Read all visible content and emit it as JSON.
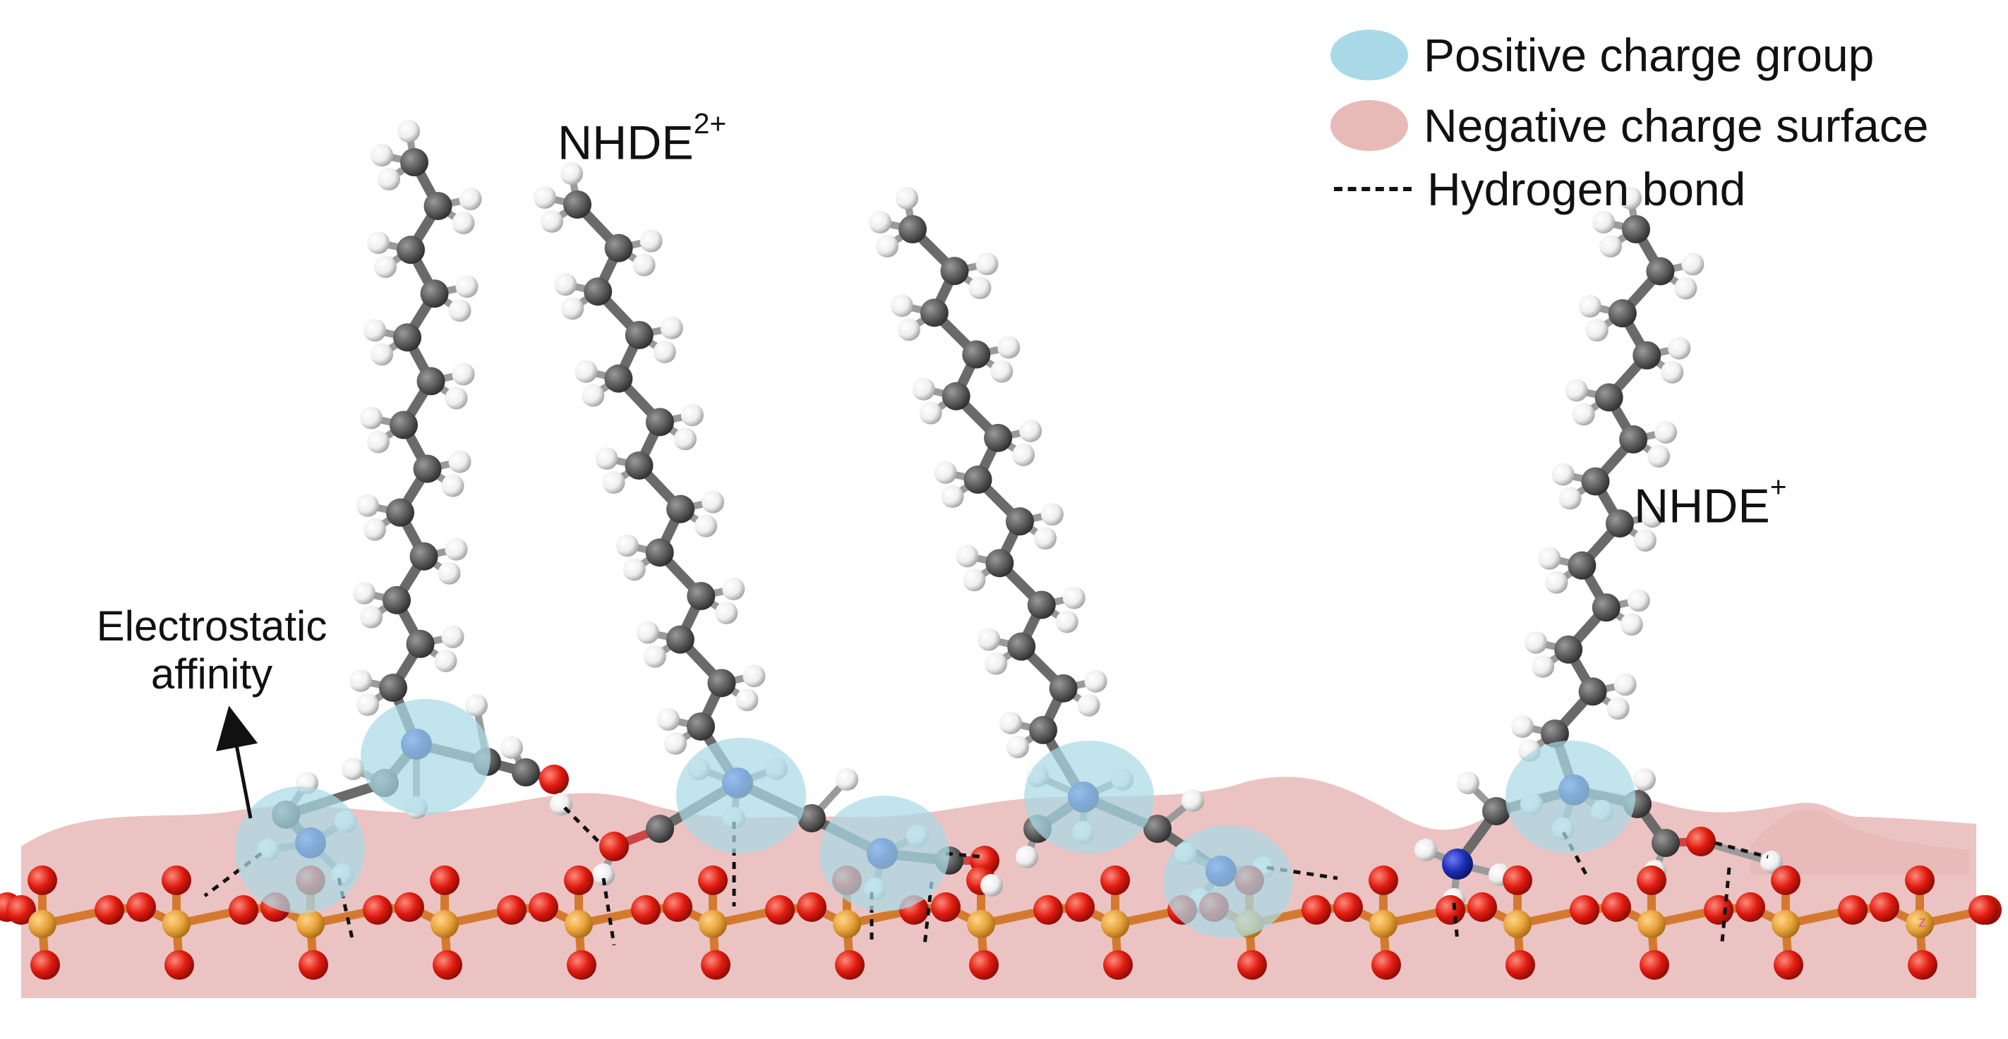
{
  "labels": {
    "nhde2": "NHDE",
    "nhde2_sup": "2+",
    "nhde1": "NHDE",
    "nhde1_sup": "+",
    "electrostatic_line1": "Electrostatic",
    "electrostatic_line2": "affinity",
    "axis_z": "z"
  },
  "legend": {
    "positive": "Positive charge  group",
    "negative": "Negative charge surface",
    "hbond": "Hydrogen bond"
  },
  "colors": {
    "positive_group": "#a9d9e6",
    "negative_surface": "#e7b9b7",
    "carbon": "#5c5c5c",
    "hydrogen": "#f4f4f4",
    "oxygen": "#e01b10",
    "phosphorus": "#e8a43c",
    "nitrogen": "#1d2fb8"
  },
  "molecules": [
    {
      "name": "molecule-1",
      "charge_label": "NHDE2+"
    },
    {
      "name": "molecule-2",
      "charge_label": "NHDE2+"
    },
    {
      "name": "molecule-3",
      "charge_label": "NHDE2+"
    },
    {
      "name": "molecule-4",
      "charge_label": "NHDE+"
    }
  ]
}
